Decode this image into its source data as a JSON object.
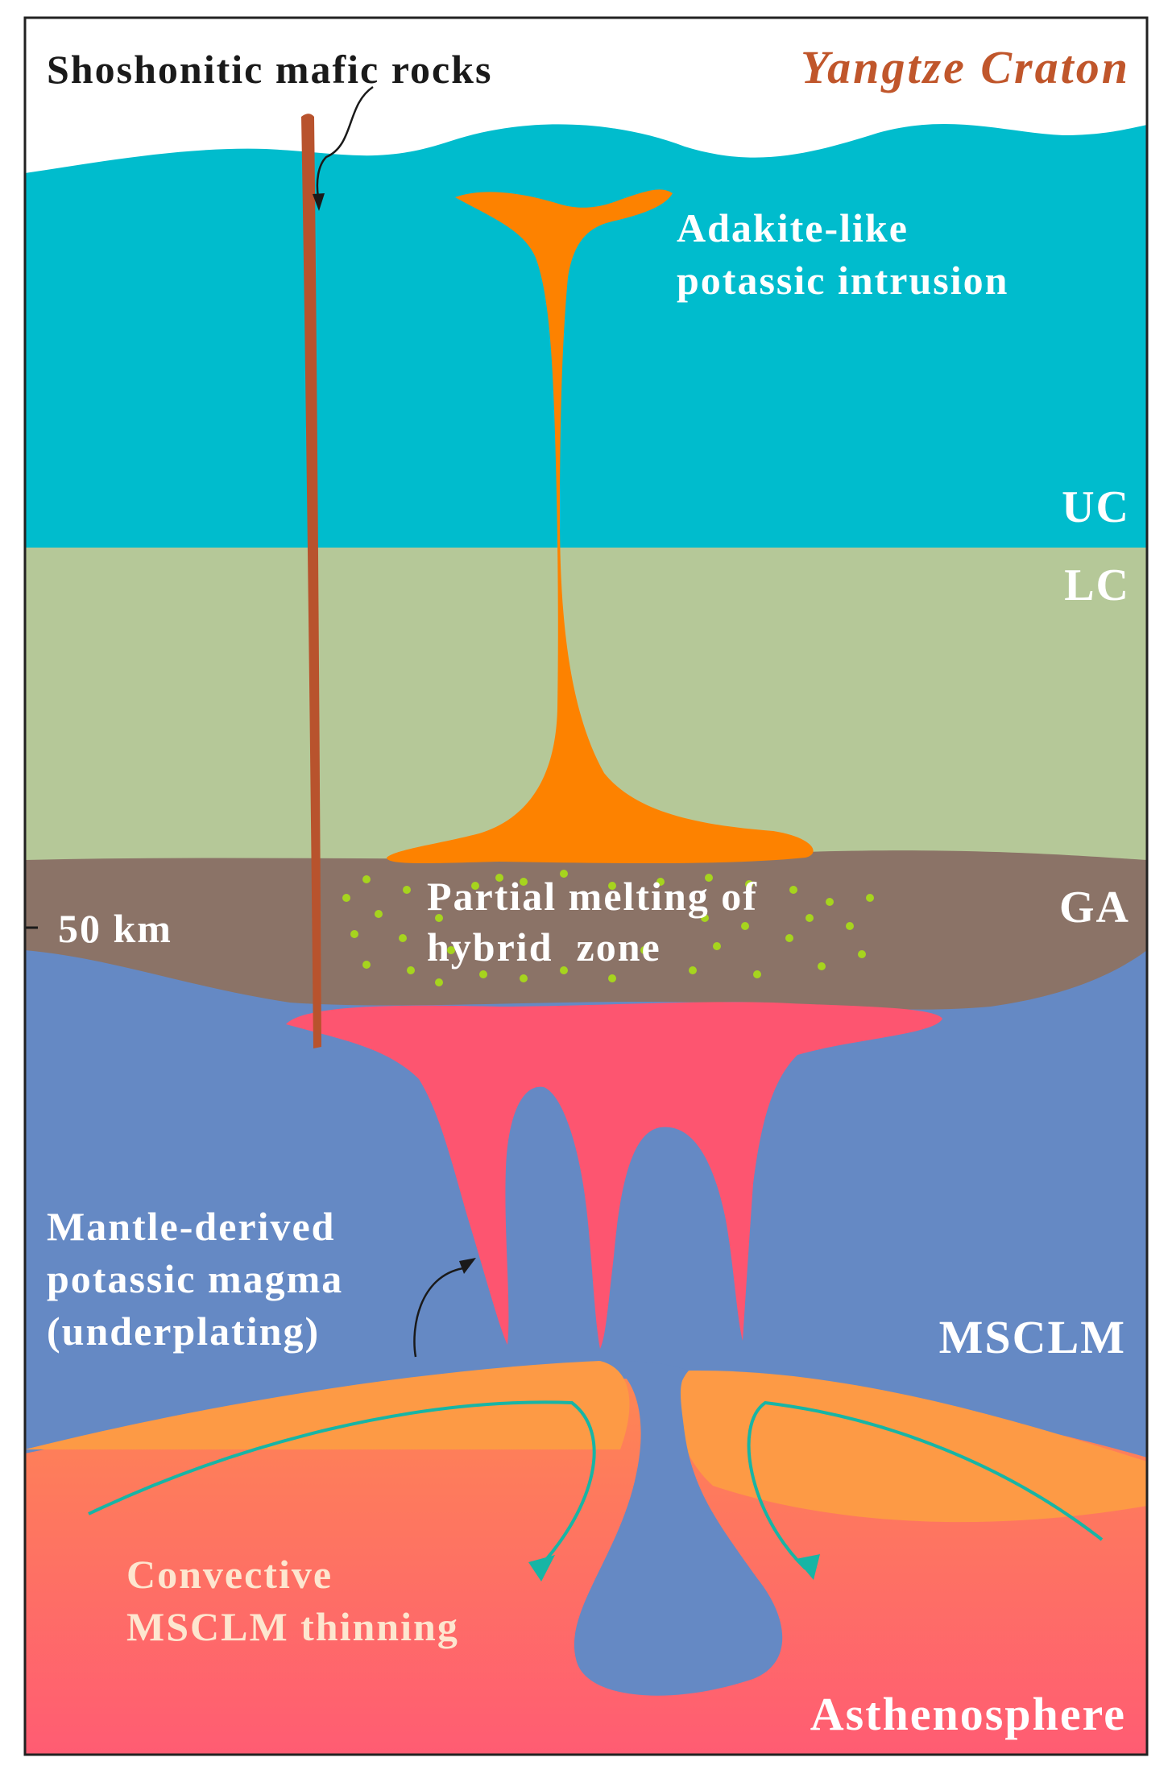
{
  "labels": {
    "mafic_rocks": "Shoshonitic mafic rocks",
    "craton": "Yangtze Craton",
    "adakite_line1": "Adakite-like",
    "adakite_line2": "potassic intrusion",
    "uc": "UC",
    "lc": "LC",
    "ga": "GA",
    "depth": "50 km",
    "hybrid_line1": "Partial melting of",
    "hybrid_line2": "hybrid  zone",
    "mantle_line1": "Mantle-derived",
    "mantle_line2": "potassic magma",
    "mantle_line3": "(underplating)",
    "msclm": "MSCLM",
    "convective_line1": "Convective",
    "convective_line2": "MSCLM thinning",
    "asthenosphere": "Asthenosphere"
  },
  "colors": {
    "upper_crust": "#00bccd",
    "lower_crust": "#b5c898",
    "granulite": "#8b7367",
    "mantle_lithosphere": "#6589c4",
    "asthenosphere_top": "#fd9a45",
    "asthenosphere_bottom": "#ff5c73",
    "adakite_intrusion": "#fd8200",
    "mafic_dyke": "#b8532d",
    "potassic_magma": "#fd5570",
    "hybrid_dots": "#a6d41e",
    "flow_arrows": "#17b5a5",
    "craton_text": "#c0562b",
    "light_text": "#ffffff",
    "dark_text": "#1a1a1a",
    "convective_text": "#fde6cf"
  }
}
